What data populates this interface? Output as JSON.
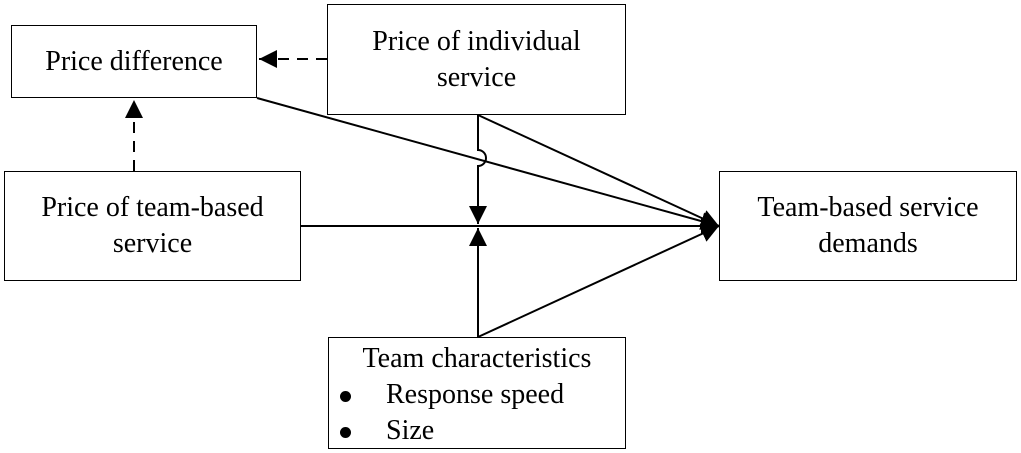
{
  "nodes": {
    "price_difference": {
      "label": "Price difference"
    },
    "price_individual": {
      "lines": [
        "Price of individual",
        "service"
      ]
    },
    "price_team": {
      "lines": [
        "Price of team-based",
        "service"
      ]
    },
    "demands": {
      "lines": [
        "Team-based service",
        "demands"
      ]
    },
    "team_characteristics": {
      "title": "Team characteristics",
      "items": [
        "Response speed",
        "Size"
      ]
    }
  },
  "edges": [
    {
      "id": "individual-to-difference",
      "from": "price_individual",
      "to": "price_difference",
      "style": "dashed"
    },
    {
      "id": "team-price-to-difference",
      "from": "price_team",
      "to": "price_difference",
      "style": "dashed"
    },
    {
      "id": "difference-to-demands",
      "from": "price_difference",
      "to": "demands",
      "style": "solid"
    },
    {
      "id": "individual-to-demands",
      "from": "price_individual",
      "to": "demands",
      "style": "solid"
    },
    {
      "id": "team-price-to-demands",
      "from": "price_team",
      "to": "demands",
      "style": "solid"
    },
    {
      "id": "characteristics-to-demands",
      "from": "team_characteristics",
      "to": "demands",
      "style": "solid"
    },
    {
      "id": "individual-moderates-team-price-link",
      "from": "price_individual",
      "to": "team-price-to-demands",
      "style": "solid"
    },
    {
      "id": "characteristics-moderate-team-price-link",
      "from": "team_characteristics",
      "to": "team-price-to-demands",
      "style": "solid"
    }
  ],
  "colors": {
    "line": "#000000",
    "background": "#ffffff"
  }
}
